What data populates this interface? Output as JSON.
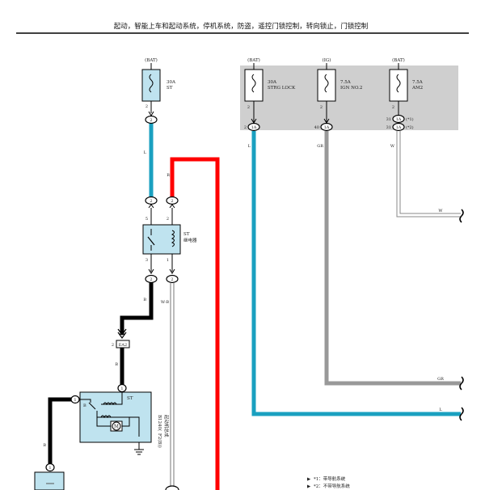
{
  "header": {
    "title": "起动，智能上车和起动系统，停机系统，防盗，遥控门锁控制，转向锁止，门锁控制"
  },
  "supply_labels": {
    "bat": "(BAT)",
    "ig": "(IG)"
  },
  "fuses": {
    "st": {
      "amp": "30A",
      "name": "ST",
      "pin": "2"
    },
    "strg_lock": {
      "amp": "30A",
      "name": "STRG LOCK",
      "pin": "2",
      "conn_label": "2",
      "conn": "1A"
    },
    "ign": {
      "amp": "7.5A",
      "name": "IGN NO.2",
      "pin": "2",
      "conn_label": "40",
      "conn": "1A"
    },
    "am2": {
      "amp": "7.5A",
      "name": "AM2",
      "pin": "2",
      "conn_top_label": "31",
      "conn_top": "1A",
      "conn_top_note": "(*1)",
      "conn_bot_label": "31",
      "conn_bot": "1A",
      "conn_bot_note": "(*2)"
    }
  },
  "connectors": {
    "st_out": "2",
    "relay_in_left": "2",
    "relay_in_right": "2",
    "relay_out_left": "2",
    "relay_out_right": "2",
    "ea2": "EA2",
    "ea2_pin": "2",
    "starter_in": "1",
    "starter_b": "B",
    "bottom_left": "1"
  },
  "relay": {
    "name": "ST",
    "desc": "继电器",
    "pin_tl": "5",
    "pin_tr": "2",
    "pin_bl": "3",
    "pin_br": "1"
  },
  "starter": {
    "label_st": "ST",
    "code": "B1240( F2(B))",
    "desc": "起动机总成",
    "b_label": "B"
  },
  "wire_colors": {
    "l1": "L",
    "r1": "R",
    "b1": "B",
    "b2": "B",
    "b3": "B",
    "wb": "W-B",
    "l_strg": "L",
    "gr_ign": "GR",
    "w_am2": "W",
    "w_end": "W",
    "gr_end": "GR",
    "l_end": "L"
  },
  "notes": [
    "*1：带导航系统",
    "*2：不带导航系统"
  ],
  "colors": {
    "cyan": "#1aa0c0",
    "red": "#ff0000",
    "black": "#000000",
    "gray": "#999999",
    "panel": "#cfcfcf",
    "box": "#bfe3ef"
  }
}
